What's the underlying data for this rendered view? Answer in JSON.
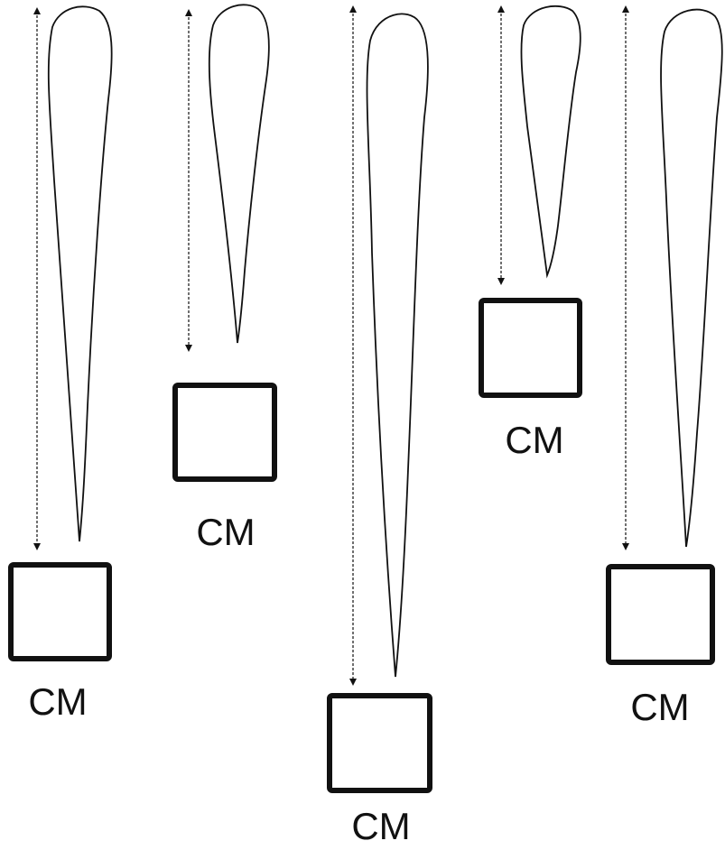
{
  "colors": {
    "ink": "#111111",
    "background": "#ffffff"
  },
  "figures": [
    {
      "id": "fig-1",
      "label": "CM"
    },
    {
      "id": "fig-2",
      "label": "CM"
    },
    {
      "id": "fig-3",
      "label": "CM"
    },
    {
      "id": "fig-4",
      "label": "CM"
    },
    {
      "id": "fig-5",
      "label": "CM"
    }
  ]
}
